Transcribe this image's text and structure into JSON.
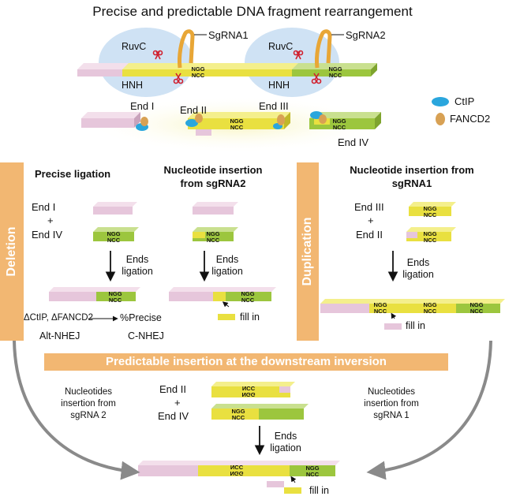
{
  "title": "Precise and predictable DNA fragment rearrangement",
  "top": {
    "ruvc": "RuvC",
    "hnh": "HNH",
    "sgrna1": "SgRNA1",
    "sgrna2": "SgRNA2",
    "ngg": "NGG",
    "ncc": "NCC"
  },
  "ends": {
    "end1": "End I",
    "end2": "End II",
    "end3": "End III",
    "end4": "End IV"
  },
  "legend": {
    "ctip": "CtIP",
    "fancd2": "FANCD2"
  },
  "colors": {
    "pink": "#e6c6db",
    "yellow": "#e9e040",
    "green": "#9cc63e",
    "orange": "#f2b772",
    "cas9": "#cfe2f4",
    "ctip": "#2aa6dd",
    "fancd2": "#d8a154",
    "sgrna": "#e8a636",
    "scissors": "#d0202f"
  },
  "deletion": {
    "side_label": "Deletion",
    "precise_title": "Precise ligation",
    "end_i": "End I",
    "plus": "+",
    "end_iv": "End IV",
    "ends_ligation": "Ends\nligation",
    "ctip_line": "ΔCtIP, ΔFANCD2",
    "arrow": "→",
    "precise_pct": "%Precise",
    "alt_nhej": "Alt-NHEJ",
    "c_nhej": "C-NHEJ",
    "insertion_title": "Nucleotide insertion\nfrom sgRNA2",
    "ends_ligation2": "Ends\nligation",
    "fill_in": "fill in"
  },
  "duplication": {
    "side_label": "Duplication",
    "insertion_title": "Nucleotide insertion from\nsgRNA1",
    "end_iii": "End III",
    "plus": "+",
    "end_ii": "End II",
    "ends_ligation": "Ends\nligation",
    "fill_in": "fill in"
  },
  "inversion": {
    "banner": "Predictable insertion at the downstream inversion",
    "left_note": "Nucleotides\ninsertion from\nsgRNA 2",
    "right_note": "Nucleotides\ninsertion from\nsgRNA 1",
    "end_ii": "End II",
    "plus": "+",
    "end_iv": "End IV",
    "ends_ligation": "Ends\nligation",
    "fill_in": "fill in"
  }
}
